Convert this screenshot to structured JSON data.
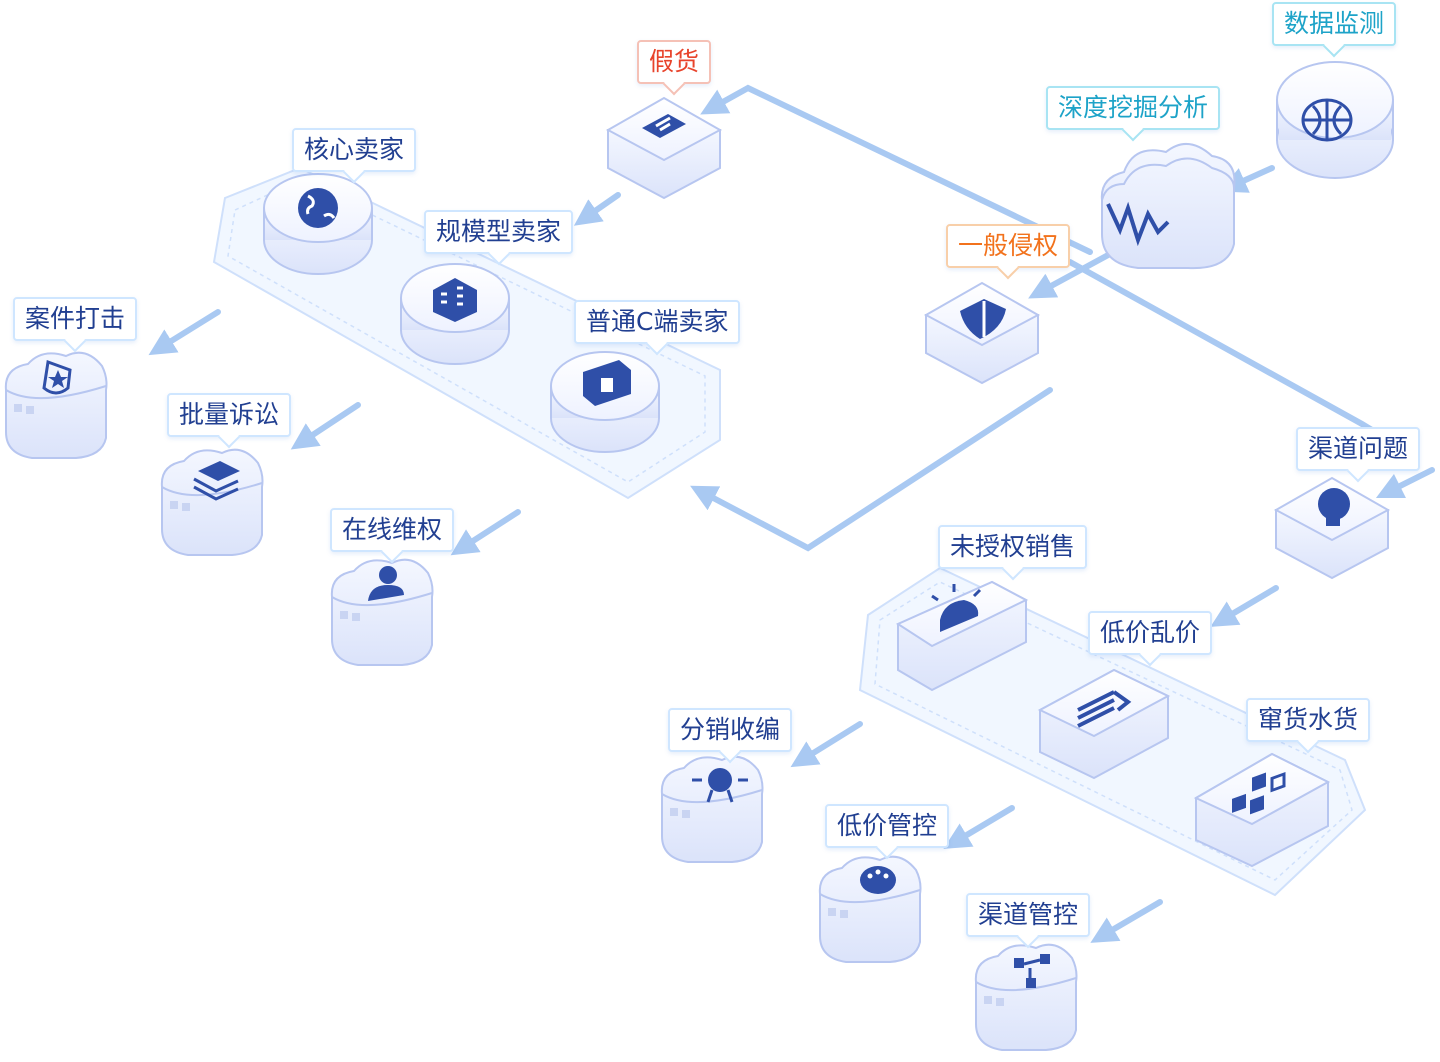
{
  "colors": {
    "arrow": "#a9c9f2",
    "tray": "#cfe0fb",
    "node_top": "#f3f6ff",
    "node_side": "#e2e9fb",
    "icon": "#2f4fa8",
    "label_text": "#213f91",
    "label_cyan": "#1da3c8",
    "label_red": "#e8432b",
    "label_orange": "#f2721c"
  },
  "labels": {
    "data_monitor": "数据监测",
    "deep_mining": "深度挖掘分析",
    "fake": "假货",
    "general_infringement": "一般侵权",
    "core_seller": "核心卖家",
    "scale_seller": "规模型卖家",
    "normal_c_seller": "普通C端卖家",
    "case_strike": "案件打击",
    "batch_litigation": "批量诉讼",
    "online_rights": "在线维权",
    "channel_issue": "渠道问题",
    "unauthorized_sales": "未授权销售",
    "low_price_chaos": "低价乱价",
    "cross_region": "窜货水货",
    "distribution_incorporation": "分销收编",
    "low_price_control": "低价管控",
    "channel_control": "渠道管控"
  },
  "icons": {
    "data_monitor": "globe-network-icon",
    "deep_mining": "waveform-cloud-icon",
    "fake": "document-icon",
    "general_infringement": "shield-icon",
    "core_seller": "earth-icon",
    "scale_seller": "building-icon",
    "normal_c_seller": "shop-icon",
    "case_strike": "police-badge-icon",
    "batch_litigation": "layers-icon",
    "online_rights": "user-icon",
    "channel_issue": "lightbulb-icon",
    "unauthorized_sales": "alarm-icon",
    "low_price_chaos": "chart-arrow-icon",
    "cross_region": "blocks-icon",
    "distribution_incorporation": "award-icon",
    "low_price_control": "palette-icon",
    "channel_control": "flowchart-icon"
  }
}
